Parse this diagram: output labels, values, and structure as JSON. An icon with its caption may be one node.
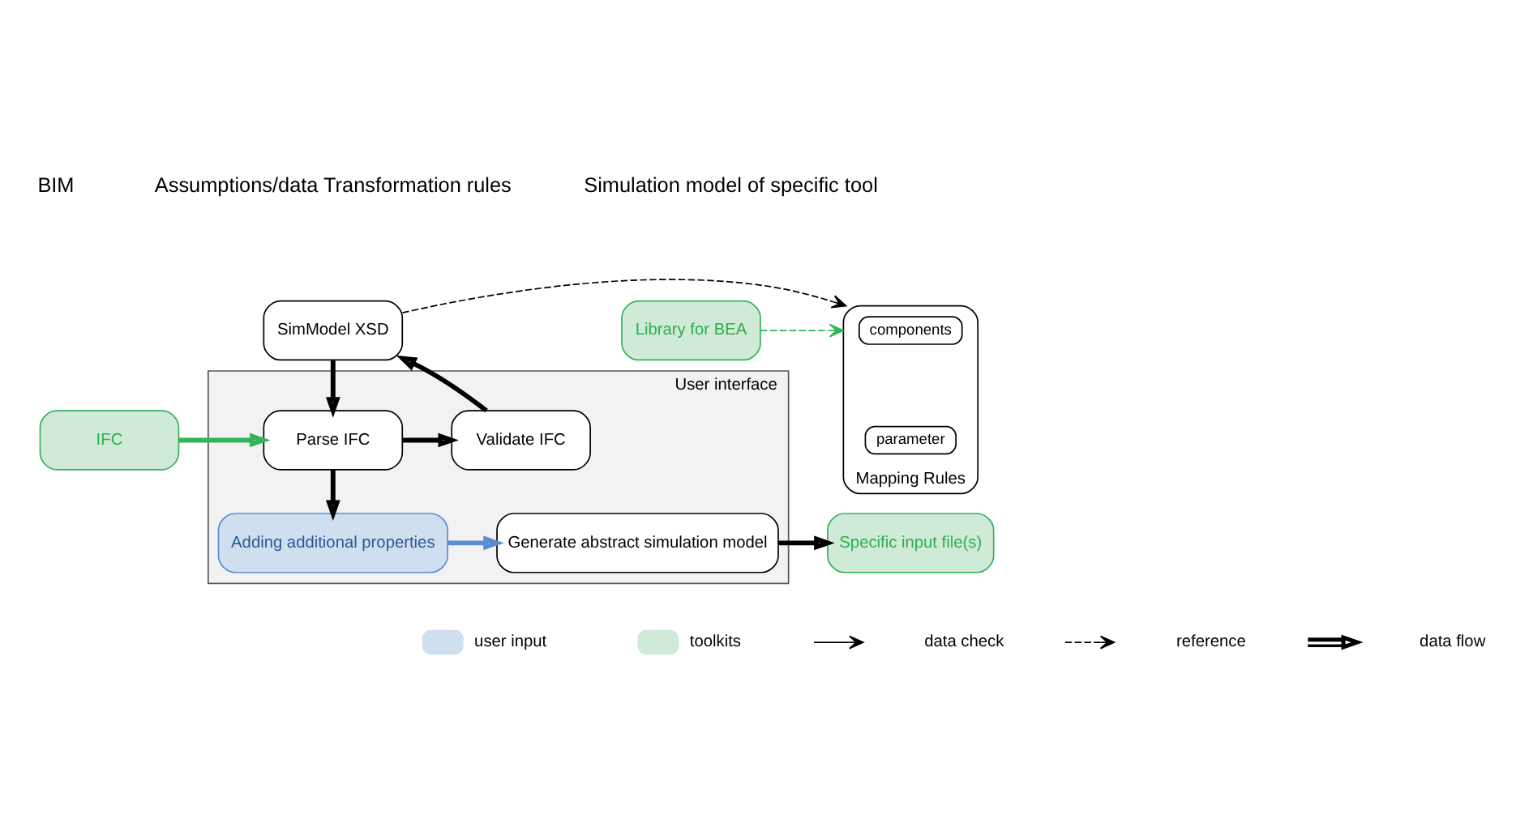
{
  "diagram": {
    "nodes": [
      {
        "text": [
          "SimModel XSD"
        ]
      },
      {
        "text": [
          "Mapping Rules"
        ]
      },
      {
        "text": [
          "components"
        ],
        "in": 1
      },
      {
        "text": [
          "parameter"
        ],
        "in": 1
      },
      {
        "text": [
          "Library for BEA"
        ]
      },
      {
        "text": [
          "User interface"
        ]
      },
      {
        "text": [
          "IFC"
        ]
      },
      {
        "text": [
          "Parse IFC"
        ],
        "in": 5
      },
      {
        "text": [
          "Validate IFC"
        ],
        "in": 5
      },
      {
        "text": [
          "Adding additional properties"
        ],
        "in": 5
      },
      {
        "text": [
          "Generate abstract simulation model"
        ],
        "in": 5
      },
      {
        "text": [
          "Specific input file(s)"
        ]
      }
    ],
    "edges": [
      {
        "from": 0,
        "to": 1,
        "arrow": "to",
        "style": "dashed"
      },
      {
        "from": 4,
        "to": 1,
        "arrow": "to",
        "style": "dashed",
        "color": "#33b35a"
      },
      {
        "from": 0,
        "to": 7,
        "arrow": "to"
      },
      {
        "from": 6,
        "to": 7,
        "arrow": "to",
        "color": "#33b35a"
      },
      {
        "from": 7,
        "to": 8,
        "arrow": "to"
      },
      {
        "from": 8,
        "to": 0,
        "arrow": "to"
      },
      {
        "from": 7,
        "to": 9,
        "arrow": "to"
      },
      {
        "from": 9,
        "to": 10,
        "arrow": "to",
        "color": "#5b8bd0"
      },
      {
        "from": 10,
        "to": 11,
        "arrow": "to"
      }
    ],
    "labels": [
      "BIM",
      "Assumptions/data Transformation rules",
      "Simulation model of specific tool"
    ],
    "legend": [
      {
        "text": "user input",
        "color": "#d0dff0"
      },
      {
        "text": "toolkits",
        "color": "#cfead6"
      },
      {
        "text": "data check"
      },
      {
        "text": "reference"
      },
      {
        "text": "data flow"
      }
    ]
  }
}
